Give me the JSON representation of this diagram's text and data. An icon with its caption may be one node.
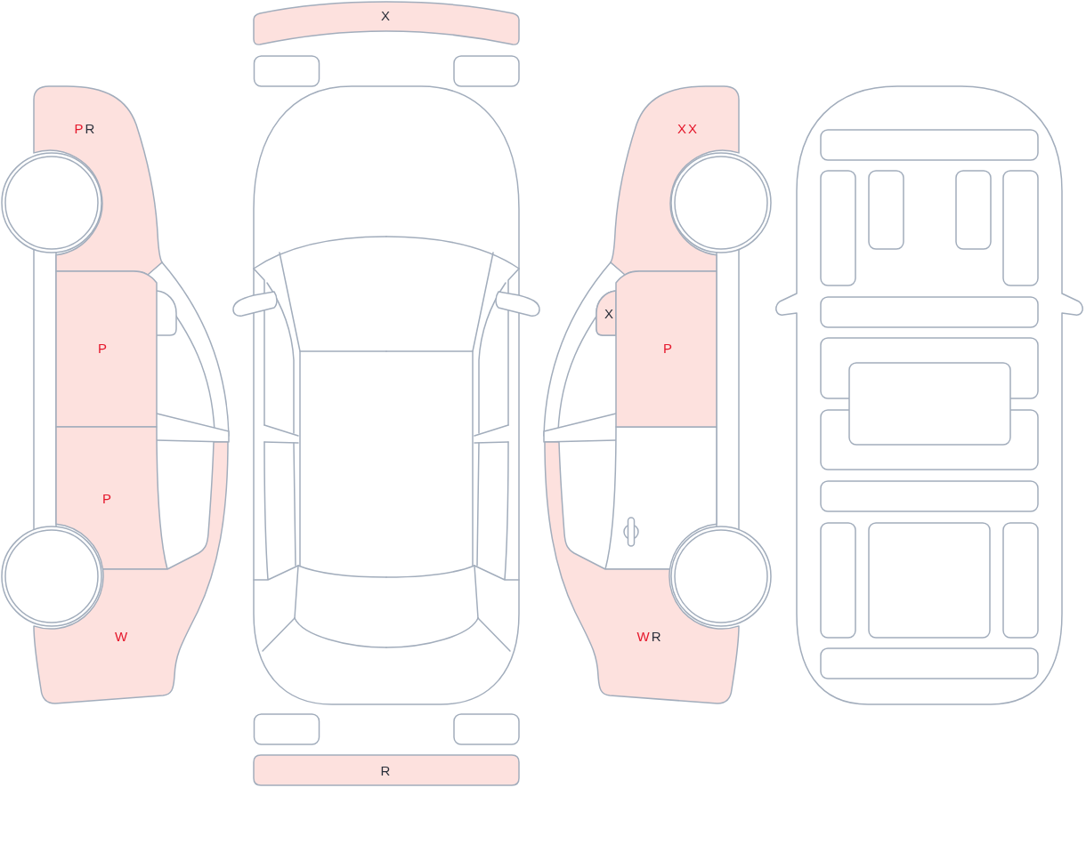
{
  "diagram": {
    "nodes": [
      {
        "text": [
          "P",
          "R"
        ]
      },
      {
        "text": [
          "P"
        ]
      },
      {
        "text": [
          "P"
        ]
      },
      {
        "text": [
          "W"
        ]
      },
      {
        "text": [
          "X"
        ]
      },
      {
        "text": [
          "R"
        ]
      },
      {
        "text": [
          "X",
          "X"
        ]
      },
      {
        "text": [
          "X"
        ]
      },
      {
        "text": [
          "P"
        ]
      },
      {
        "text": [
          "W",
          "R"
        ]
      }
    ]
  }
}
